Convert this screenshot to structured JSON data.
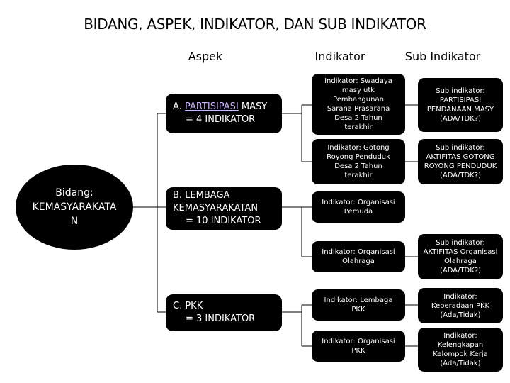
{
  "title": "BIDANG, ASPEK, INDIKATOR, DAN SUB INDIKATOR",
  "headers": {
    "aspek": "Aspek",
    "indikator": "Indikator",
    "sub": "Sub Indikator"
  },
  "bidang": "Bidang:\nKEMASYARAKATA\nN",
  "aspects": {
    "a": {
      "prefix": "A.",
      "link": "PARTISIPASI",
      "rest": "MASY",
      "count": "= 4 INDIKATOR"
    },
    "b": {
      "line1": "B. LEMBAGA",
      "line2": "KEMASYARAKATAN",
      "count": "= 10 INDIKATOR"
    },
    "c": {
      "line1": "C. PKK",
      "count": "= 3 INDIKATOR"
    }
  },
  "indicators": {
    "i1": "Indikator: Swadaya\nmasy utk\nPembangunan\nSarana Prasarana\nDesa 2 Tahun\nterakhir",
    "i2": "Indikator: Gotong\nRoyong Penduduk\nDesa 2 Tahun\nterakhir",
    "i3": "Indikator: Organisasi\nPemuda",
    "i4": "Indikator: Organisasi\nOlahraga",
    "i5": "Indikator: Lembaga\nPKK",
    "i6": "Indikator: Organisasi\nPKK"
  },
  "subs": {
    "s1": "Sub indikator:\nPARTISIPASI\nPENDANAAN MASY\n(ADA/TDK?)",
    "s2": "Sub indikator:\nAKTIFITAS GOTONG\nROYONG PENDUDUK\n(ADA/TDK?)",
    "s3": "Sub indikator:\nAKTIFITAS Organisasi\nOlahraga\n(ADA/TDK?)",
    "s4": "Indikator:\nKeberadaan PKK\n(Ada/Tidak)",
    "s5": "Indikator:\nKelengkapan\nKelompok Kerja\n(Ada/Tidak)"
  }
}
